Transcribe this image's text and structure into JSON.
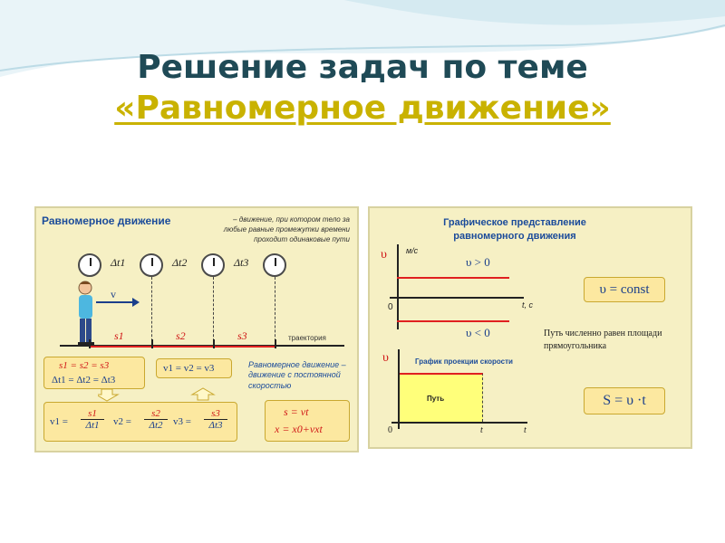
{
  "title": {
    "line1": "Решение задач по теме",
    "line2": "«Равномерное движение»"
  },
  "left_panel": {
    "heading": "Равномерное движение",
    "definition_top": "– движение, при котором тело за любые равные промежутки времени проходит одинаковые пути",
    "time_intervals": [
      "Δt1",
      "Δt2",
      "Δt3"
    ],
    "velocity_label": "v",
    "segments": [
      "s1",
      "s2",
      "s3"
    ],
    "trajectory_label": "траектория",
    "eq_box": {
      "line1": "s1 = s2 = s3",
      "line2": "Δt1 = Δt2 = Δt3"
    },
    "v_equal": "v1 = v2 = v3",
    "definition_bottom": "Равномерное движение – движение с постоянной скоростью",
    "fractions": [
      {
        "lhs": "v1 =",
        "num": "s1",
        "den": "Δt1"
      },
      {
        "lhs": "v2 =",
        "num": "s2",
        "den": "Δt2"
      },
      {
        "lhs": "v3 =",
        "num": "s3",
        "den": "Δt3"
      }
    ],
    "vector_eq": "s = vt",
    "coord_eq": "x = x0+vxt"
  },
  "right_panel": {
    "heading_line1": "Графическое представление",
    "heading_line2": "равномерного движения",
    "axis_v": "υ",
    "unit": "м/с",
    "axis_t": "t, c",
    "zero": "0",
    "pos_label": "υ  > 0",
    "neg_label": "υ  < 0",
    "const_formula": "υ  = const",
    "note": "Путь численно равен площади прямоугольника",
    "graph2_title": "График  проекции скорости",
    "area_label": "Путь",
    "t_mark": "t",
    "t_axis": "t",
    "s_formula": "S = υ ·t"
  },
  "colors": {
    "title": "#1f4a56",
    "accent": "#c9b200",
    "panel": "#f6f0c4",
    "red": "#e02020",
    "blue": "#1b4b9a"
  }
}
